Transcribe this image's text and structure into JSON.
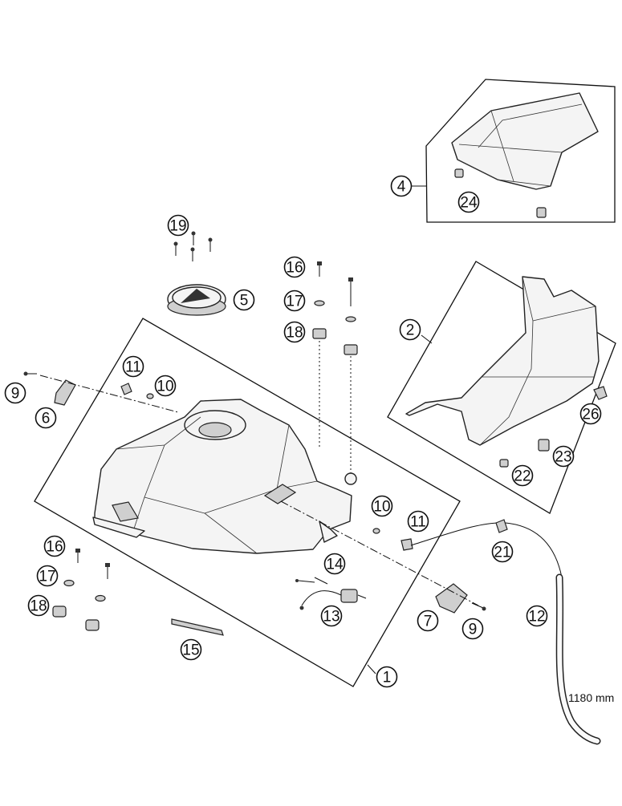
{
  "callouts": [
    "1",
    "2",
    "4",
    "5",
    "6",
    "7",
    "9",
    "9",
    "10",
    "10",
    "11",
    "11",
    "12",
    "13",
    "14",
    "15",
    "16",
    "16",
    "17",
    "17",
    "18",
    "18",
    "19",
    "21",
    "22",
    "23",
    "24",
    "26"
  ],
  "note": "1180 mm"
}
